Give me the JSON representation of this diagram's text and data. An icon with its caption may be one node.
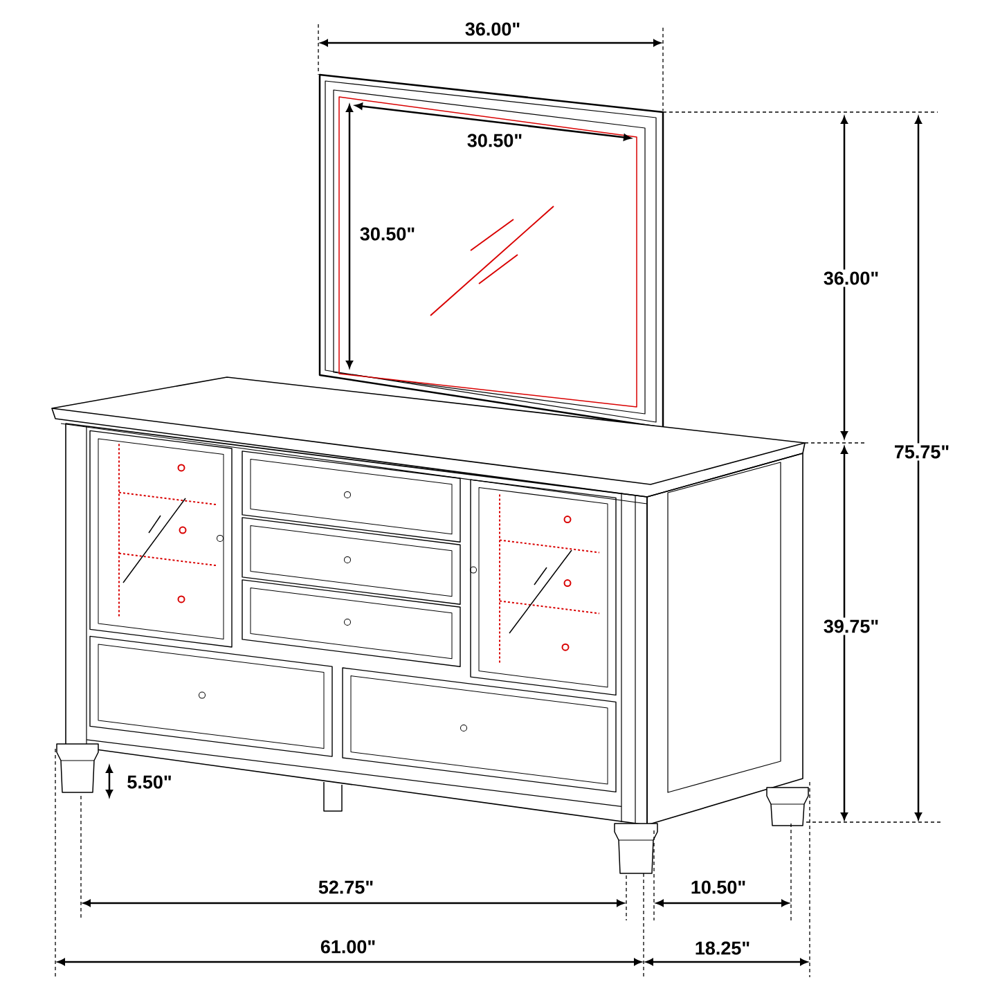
{
  "diagram": {
    "labels": [
      "36.00\"",
      "30.50\"",
      "30.50\"",
      "36.00\"",
      "75.75\"",
      "39.75\"",
      "5.50\"",
      "52.75\"",
      "10.50\"",
      "61.00\"",
      "18.25\""
    ]
  }
}
